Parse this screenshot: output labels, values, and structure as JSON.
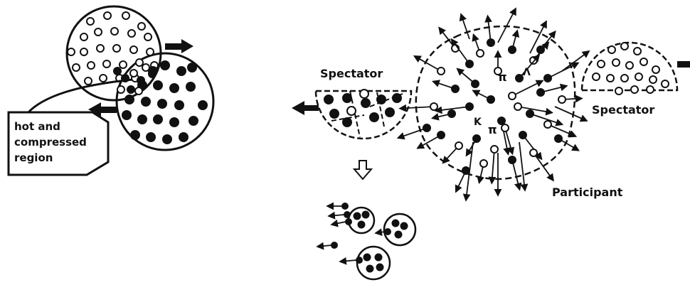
{
  "labels": {
    "hot_region": [
      "hot and",
      "compressed",
      "region"
    ],
    "spectator_left": "Spectator",
    "spectator_right": "Spectator",
    "participant": "Participant"
  },
  "particle_symbols": {
    "pi_1": "π",
    "pi_2": "π",
    "lambda": "Λ",
    "kaon": "K"
  },
  "colors": {
    "ink": "#111111",
    "background": "#ffffff"
  }
}
